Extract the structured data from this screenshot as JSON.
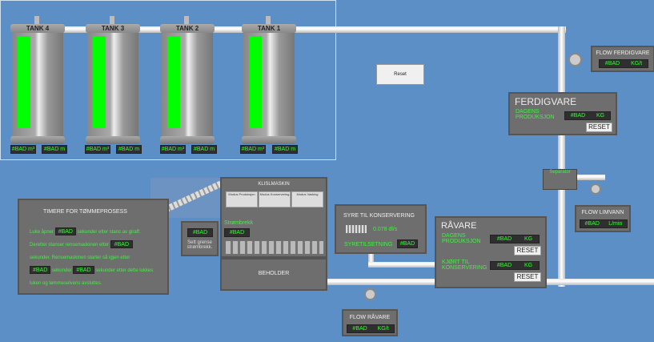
{
  "tanks": [
    {
      "label": "TANK 4",
      "vol": "#BAD m³",
      "lvl": "#BAD m"
    },
    {
      "label": "TANK 3",
      "vol": "#BAD m³",
      "lvl": "#BAD m"
    },
    {
      "label": "TANK 2",
      "vol": "#BAD m³",
      "lvl": "#BAD m"
    },
    {
      "label": "TANK 1",
      "vol": "#BAD m³",
      "lvl": "#BAD m"
    }
  ],
  "reset_button": "Reset",
  "flow_ferdigvare": {
    "title": "FLOW FERDIGVARE",
    "value": "#BAD",
    "unit": "KG/t"
  },
  "ferdigvare": {
    "title": "FERDIGVARE",
    "label": "DAGENS PRODUKSJON",
    "value": "#BAD",
    "unit": "KG",
    "reset": "RESET"
  },
  "separator": "Separator",
  "flow_limvann": {
    "title": "FLOW LIMVANN",
    "value": "#BAD",
    "unit": "L/min"
  },
  "ravare": {
    "title": "RÅVARE",
    "label1": "DAGENS PRODUKSJON",
    "value1": "#BAD",
    "unit1": "KG",
    "reset1": "RESET",
    "label2": "KJØRT TIL KONSERVERING",
    "value2": "#BAD",
    "unit2": "KG",
    "reset2": "RESET"
  },
  "syre": {
    "title": "SYRE TIL KONSERVERING",
    "flow": "0.078 dl/s",
    "label": "SYRETILSETNING",
    "value": "#BAD"
  },
  "flow_ravare": {
    "title": "FLOW RÅVARE",
    "value": "#BAD",
    "unit": "KG/t"
  },
  "maskin": {
    "title": "KLISLMASKIN",
    "modes": [
      "Modus Produksjon",
      "Modus Konservering",
      "Modus Vasking"
    ],
    "strom_label": "Strømbrekk",
    "strom_value": "#BAD"
  },
  "beholder": "BEHOLDER",
  "grense": {
    "value": "#BAD",
    "label": "Sett grense strømbrekk."
  },
  "timer": {
    "title": "TIMERE FOR TØMMEPROSESS",
    "t1": "Luke åpner",
    "v1": "#BAD",
    "t2": "sekunder etter stans av giraff.",
    "t3": "Deretter stanser rensemaskinen etter",
    "v2": "#BAD",
    "t4": "sekunder. Rensemaskinen starter så igjen etter",
    "v3": "#BAD",
    "t5": "sekunder",
    "v4": "#BAD",
    "t6": "sekunder etter dette lukkes luken og tømmeselvens avsluttes."
  }
}
